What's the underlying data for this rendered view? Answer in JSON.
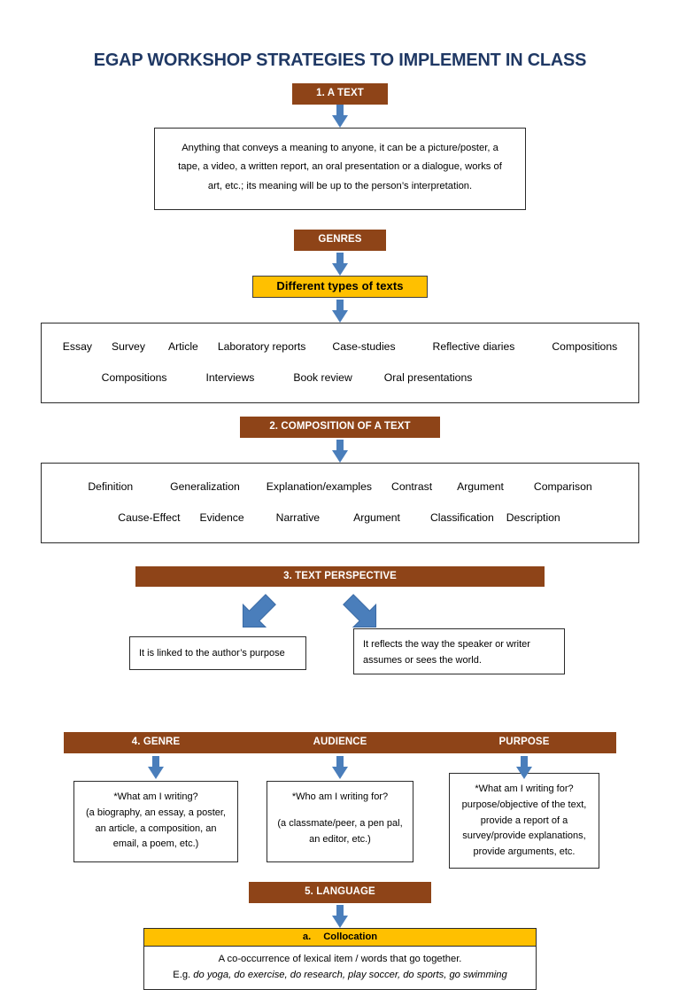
{
  "title": "EGAP WORKSHOP STRATEGIES TO IMPLEMENT IN CLASS",
  "colors": {
    "title": "#1F3864",
    "bar_brown": "#8E4418",
    "gold": "#FFC000",
    "arrow_blue": "#4A7EBB",
    "border": "#2b2b2b"
  },
  "section1": {
    "heading": "1. A TEXT",
    "definition": "Anything that conveys a meaning to anyone, it can be a picture/poster, a tape, a video, a written report, an oral presentation or a dialogue, works of art, etc.; its meaning will be up to the person’s interpretation."
  },
  "genres": {
    "heading": "GENRES",
    "subheading": "Different types of texts",
    "row1": [
      "Essay",
      "Survey",
      "Article",
      "Laboratory reports",
      "Case-studies",
      "Reflective diaries",
      "Compositions"
    ],
    "row2": [
      "Compositions",
      "Interviews",
      "Book review",
      "Oral presentations"
    ]
  },
  "section2": {
    "heading": "2. COMPOSITION OF A TEXT",
    "row1": [
      "Definition",
      "Generalization",
      "Explanation/examples",
      "Contrast",
      "Argument",
      "Comparison"
    ],
    "row2": [
      "Cause-Effect",
      "Evidence",
      "Narrative",
      "Argument",
      "Classification",
      "Description"
    ]
  },
  "section3": {
    "heading": "3. TEXT PERSPECTIVE",
    "left_box": "It is linked to the author’s purpose",
    "right_box": "It reflects the way the speaker or writer assumes or sees the world."
  },
  "section4": {
    "columns": [
      {
        "heading": "4. GENRE",
        "lines": [
          "*What am I writing?",
          "(a biography, an essay, a poster,",
          "an article, a composition, an",
          "email, a poem, etc.)"
        ]
      },
      {
        "heading": "AUDIENCE",
        "lines": [
          "*Who am I writing for?",
          "(a classmate/peer, a pen pal,",
          "an editor, etc.)"
        ]
      },
      {
        "heading": "PURPOSE",
        "lines": [
          "*What am I writing for?",
          "purpose/objective of the text,",
          "provide a report of a",
          "survey/provide explanations,",
          "provide arguments, etc."
        ]
      }
    ]
  },
  "section5": {
    "heading": "5. LANGUAGE",
    "collocation": {
      "letter": "a.",
      "label": "Collocation",
      "definition": "A co-occurrence of lexical item / words that go together.",
      "example_prefix": "E.g.",
      "examples": "do yoga, do exercise, do research, play soccer, do sports, go swimming"
    }
  }
}
